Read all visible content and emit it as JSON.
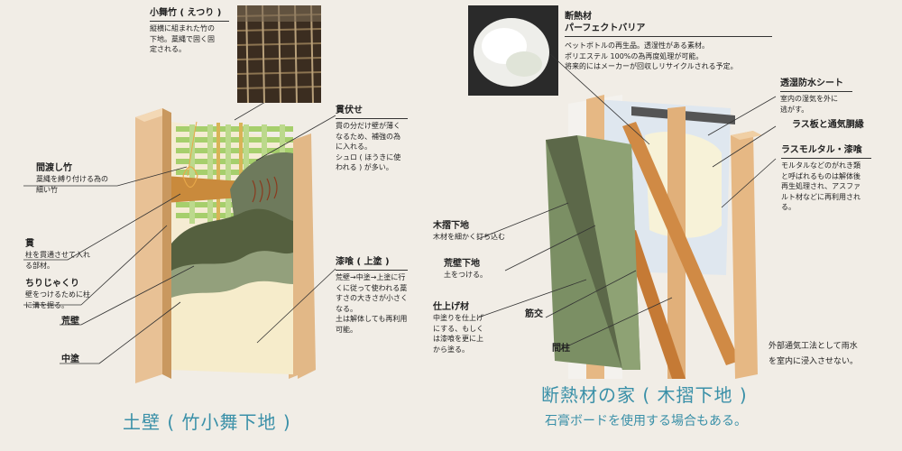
{
  "left": {
    "title": "土壁 ( 竹小舞下地 )",
    "komai": {
      "title": "小舞竹 ( えつり )",
      "desc": [
        "縦横に組まれた竹の",
        "下地。藁縄で固く固",
        "定される。"
      ]
    },
    "nukibuse": {
      "title": "貫伏せ",
      "desc": [
        "貫の分だけ壁が薄く",
        "なるため、補強の為",
        "に入れる。",
        "シュロ ( ほうきに使",
        "われる ) が多い。"
      ]
    },
    "mawatashi": {
      "title": "間渡し竹",
      "desc": [
        "藁縄を縛り付ける為の",
        "細い竹"
      ]
    },
    "nuki": {
      "title": "貫",
      "desc": [
        "柱を貫通させて入れ",
        "る部材。"
      ]
    },
    "chiri": {
      "title": "ちりじゃくり",
      "desc": [
        "壁をつけるために柱",
        "に溝を掘る。"
      ]
    },
    "arakabe": {
      "title": "荒壁"
    },
    "nakanuri": {
      "title": "中塗"
    },
    "shikkui": {
      "title": "漆喰 ( 上塗 )",
      "desc": [
        "荒壁→中塗→上塗に行",
        "くに従って使われる藁",
        "すさの大きさが小さく",
        "なる。",
        "土は解体しても再利用",
        "可能。"
      ]
    }
  },
  "right": {
    "title": "断熱材の家 ( 木摺下地 )",
    "subtitle": "石膏ボードを使用する場合もある。",
    "insulation": {
      "title1": "断熱材",
      "title2": "パーフェクトバリア",
      "desc": [
        "ペットボトルの再生品。透湿性がある素材。",
        "ポリエステル 100%の為再度処理が可能。",
        "将来的にはメーカーが回収しリサイクルされる予定。"
      ]
    },
    "sheet": {
      "title": "透湿防水シート",
      "desc": [
        "室内の湿気を外に",
        "逃がす。"
      ]
    },
    "lath": {
      "title": "ラス板と通気胴縁"
    },
    "mortar": {
      "title": "ラスモルタル・漆喰",
      "desc": [
        "モルタルなどのがれき類",
        "と呼ばれるものは解体後",
        "再生処理され、アスファ",
        "ルト材などに再利用され",
        "る。"
      ]
    },
    "kizuri": {
      "title": "木摺下地",
      "desc": [
        "木材を細かく打ち込む"
      ]
    },
    "arakabe": {
      "title": "荒壁下地",
      "desc": [
        "土をつける。"
      ]
    },
    "shiage": {
      "title": "仕上げ材",
      "desc": [
        "中塗りを仕上げ",
        "にする、もしく",
        "は漆喰を更に上",
        "から塗る。"
      ]
    },
    "sujikai": {
      "title": "筋交"
    },
    "mabashira": {
      "title": "間柱"
    },
    "note": [
      "外部通気工法として雨水",
      "を室内に浸入させない。"
    ]
  }
}
